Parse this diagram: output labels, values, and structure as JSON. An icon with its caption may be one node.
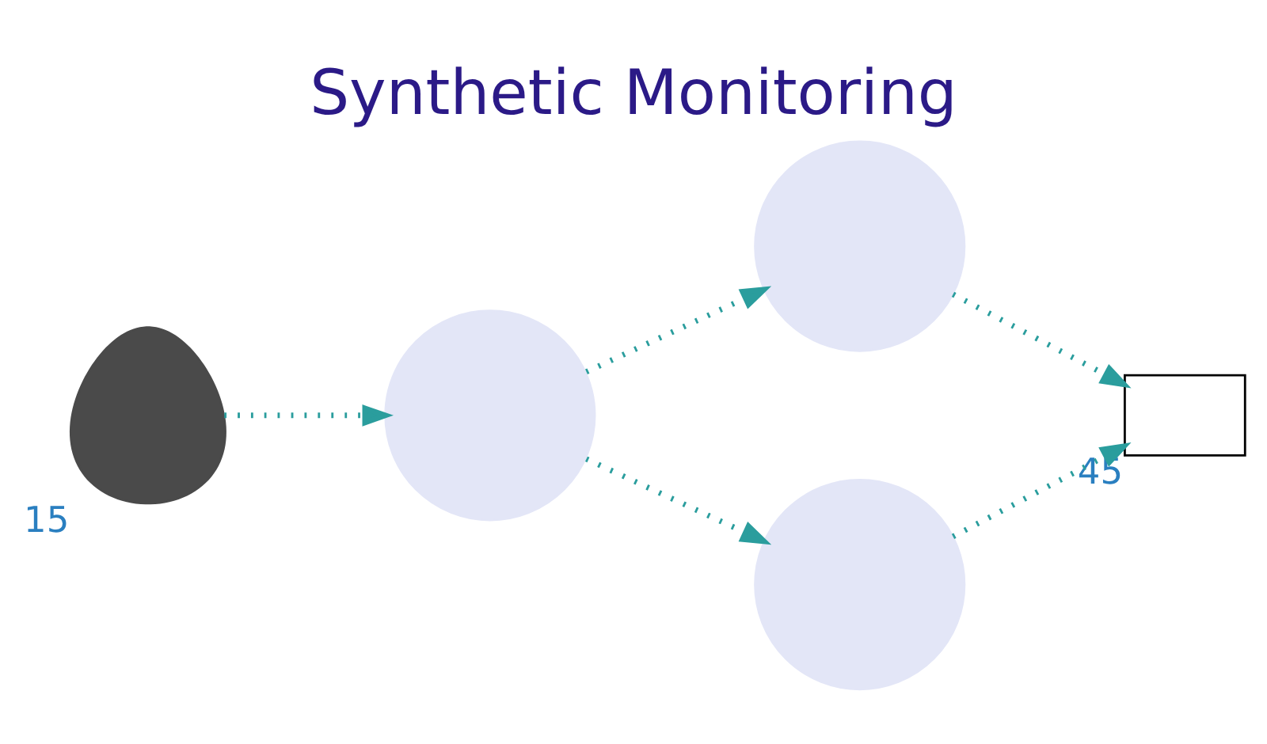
{
  "diagram": {
    "title": "Synthetic Monitoring",
    "nodes": [
      {
        "text": [],
        "shape": "person",
        "beside": [
          "15"
        ]
      },
      {
        "text": [],
        "shape": "circle"
      },
      {
        "text": [],
        "shape": "circle"
      },
      {
        "text": [],
        "shape": "circle"
      },
      {
        "text": [],
        "shape": "box",
        "beside": [
          "45"
        ]
      }
    ],
    "edges": [
      {
        "from": 0,
        "to": 1,
        "arrow": "to",
        "style": "dashed"
      },
      {
        "from": 1,
        "to": 2,
        "arrow": "to",
        "style": "dashed"
      },
      {
        "from": 1,
        "to": 3,
        "arrow": "to",
        "style": "dashed"
      },
      {
        "from": 2,
        "to": 4,
        "arrow": "to",
        "style": "dashed"
      },
      {
        "from": 3,
        "to": 4,
        "arrow": "to",
        "style": "dashed"
      }
    ]
  }
}
